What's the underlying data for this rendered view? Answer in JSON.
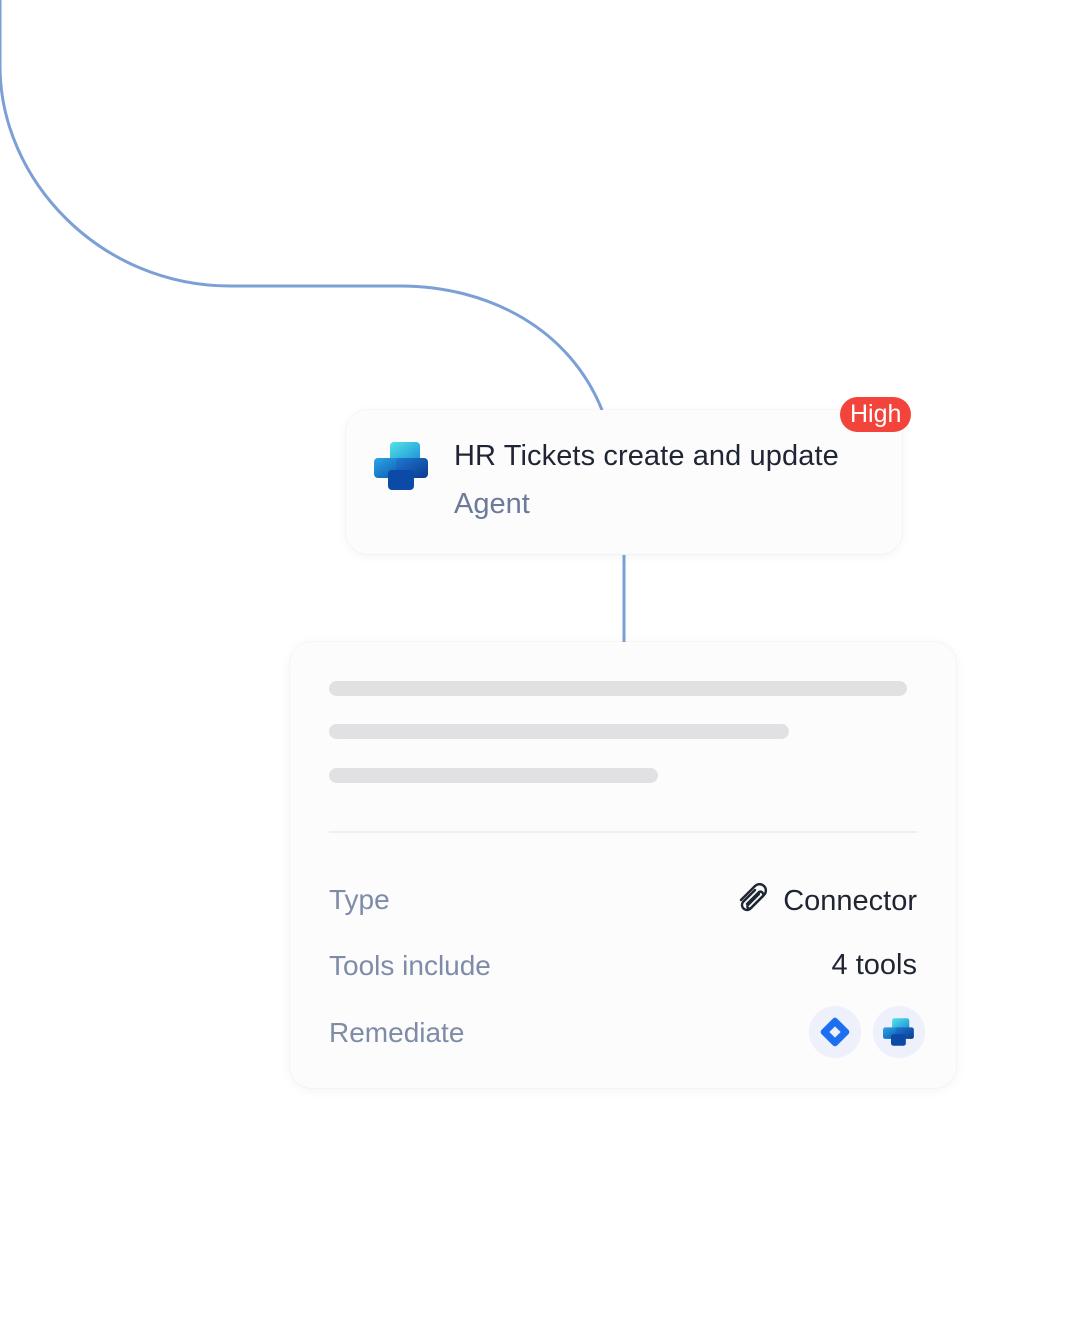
{
  "agent": {
    "title": "HR Tickets create and update",
    "subtitle": "Agent",
    "risk": "High",
    "logo_icon": "copilot-studio-icon"
  },
  "details": {
    "rows": [
      {
        "label": "Type",
        "value": "Connector",
        "icon": "paperclip-icon"
      },
      {
        "label": "Tools include",
        "value": "4 tools"
      },
      {
        "label": "Remediate",
        "icons": [
          "jira-icon",
          "copilot-studio-icon"
        ]
      }
    ]
  },
  "colors": {
    "connector_line": "#7c9fd5",
    "risk_high": "#f2443a",
    "title_text": "#1f2533",
    "muted_text": "#7e8ca8",
    "skeleton": "#e1e1e4",
    "jira_blue": "#1d6ff2"
  }
}
